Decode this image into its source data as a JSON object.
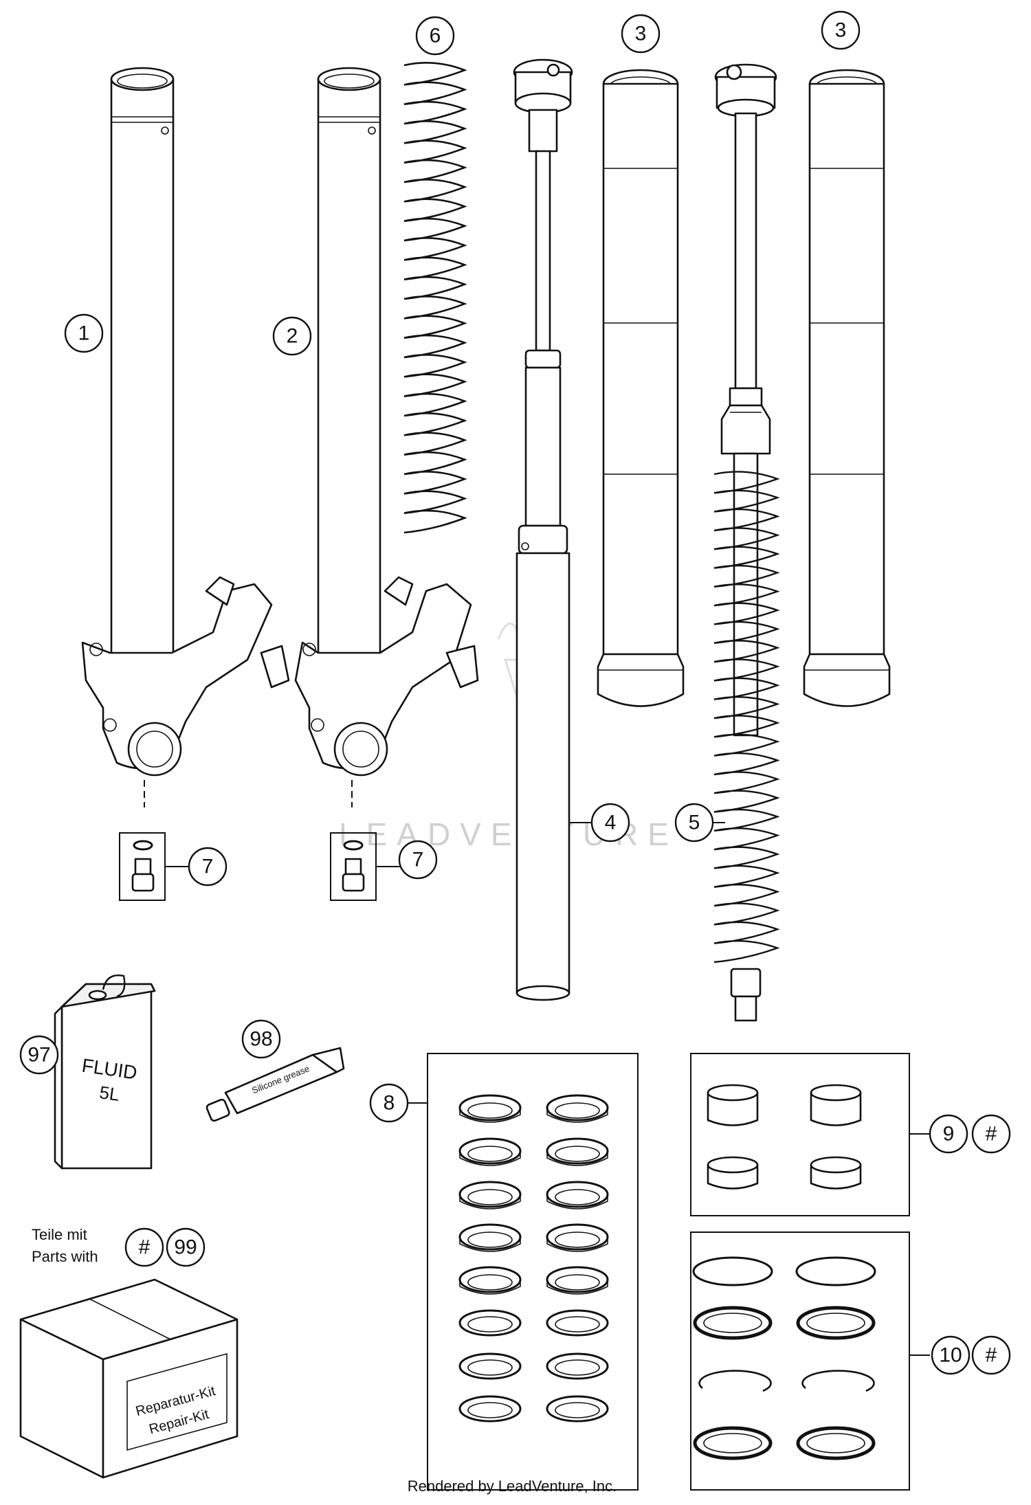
{
  "callouts": {
    "c1": "1",
    "c2": "2",
    "c3a": "3",
    "c3b": "3",
    "c4": "4",
    "c5": "5",
    "c6": "6",
    "c7a": "7",
    "c7b": "7",
    "c8": "8",
    "c9": "9",
    "c9hash": "#",
    "c10": "10",
    "c10hash": "#",
    "c97": "97",
    "c98": "98",
    "c99hash": "#",
    "c99": "99"
  },
  "notes": {
    "teile_mit": "Teile mit",
    "parts_with": "Parts with"
  },
  "product_labels": {
    "fluid": "FLUID",
    "fluid_volume": "5L",
    "tube_text": "Silicone grease",
    "kit_line1": "Reparatur-Kit",
    "kit_line2": "Repair-Kit"
  },
  "watermark": {
    "text": "LEADVENTURE"
  },
  "footer": {
    "credit": "Rendered by LeadVenture, Inc."
  }
}
